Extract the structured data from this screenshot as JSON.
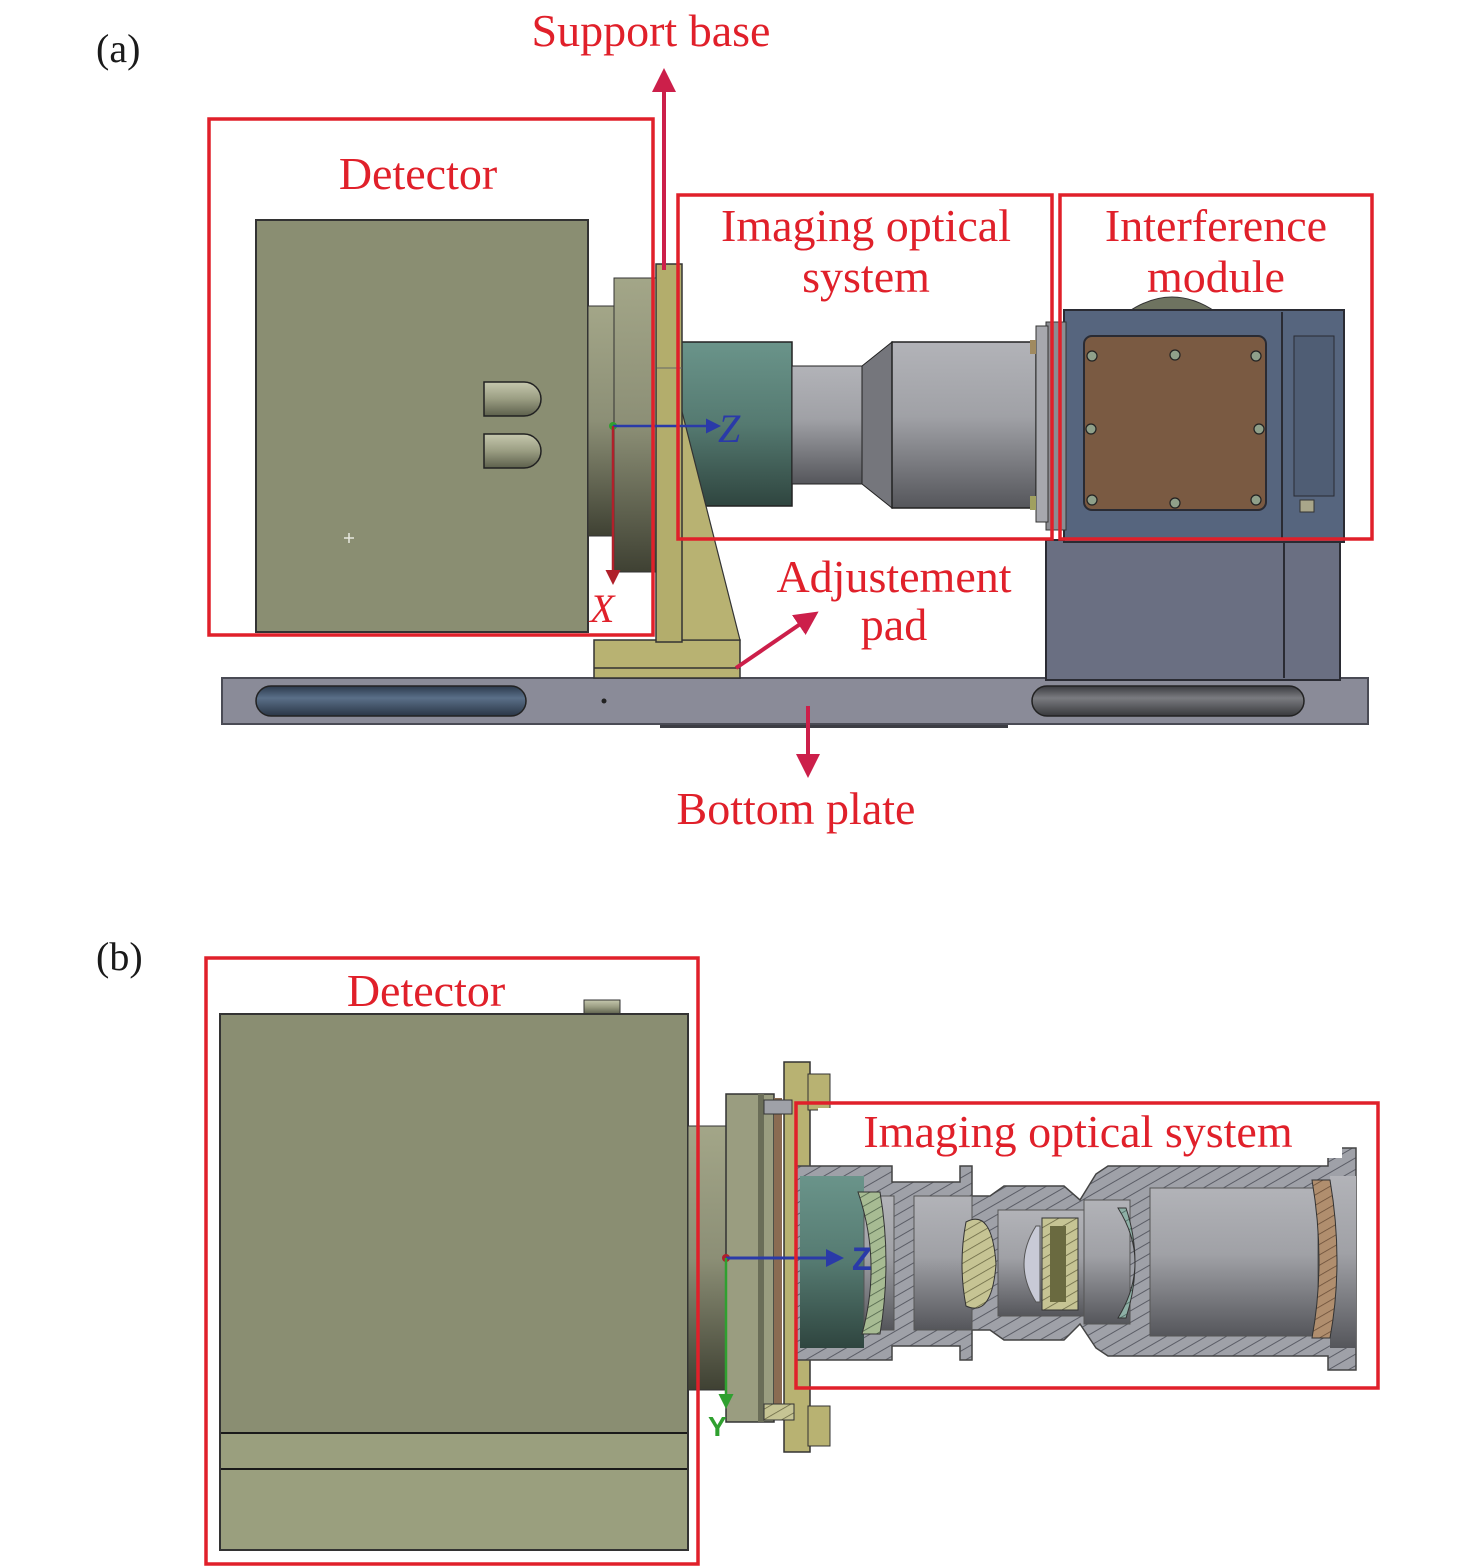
{
  "figure": {
    "panels": [
      {
        "id": "a",
        "label": "(a)",
        "view": "side view",
        "callouts": {
          "support_base": "Support base",
          "detector": "Detector",
          "imaging_optical_system_line1": "Imaging optical",
          "imaging_optical_system_line2": "system",
          "interference_module_line1": "Interference",
          "interference_module_line2": "module",
          "adjustment_pad_line1": "Adjustement",
          "adjustment_pad_line2": "pad",
          "bottom_plate": "Bottom plate"
        },
        "axes": {
          "z": "Z",
          "x": "X"
        }
      },
      {
        "id": "b",
        "label": "(b)",
        "view": "cross-section view",
        "callouts": {
          "detector": "Detector",
          "imaging_optical_system": "Imaging optical system"
        },
        "axes": {
          "z": "Z",
          "y": "Y"
        }
      }
    ],
    "colors": {
      "callout_red": "#e0202a",
      "arrow_crimson": "#cc1f4a",
      "detector_body": "#8a8e72",
      "support_yellow": "#b8b272",
      "lens_teal": "#5f8a80",
      "barrel_gray": "#9a9ba0",
      "interference_blue": "#56657e",
      "cover_brown": "#7a5a42",
      "plate_gray": "#8a8b98",
      "axis_blue": "#2a3aa8",
      "axis_red": "#b0202a",
      "axis_green": "#2fa02f"
    }
  }
}
